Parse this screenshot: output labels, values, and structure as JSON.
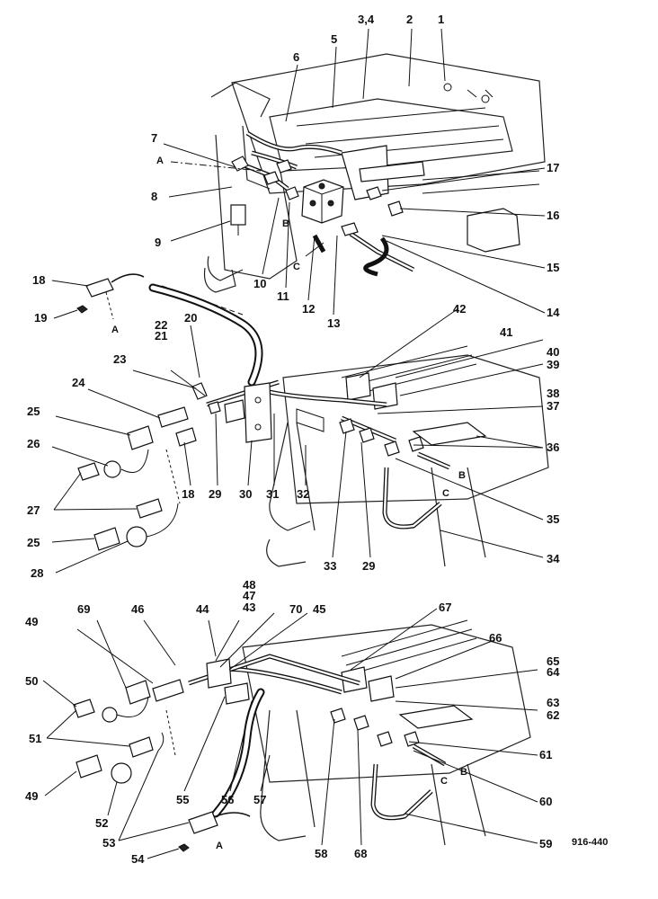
{
  "figure_code": "916-440",
  "panels": [
    {
      "id": "upper",
      "labels": [
        "1",
        "2",
        "3,4",
        "5",
        "6",
        "7",
        "8",
        "9",
        "10",
        "11",
        "12",
        "13",
        "14",
        "15",
        "16",
        "17",
        "18",
        "19"
      ],
      "refs": [
        "A",
        "A",
        "B",
        "C"
      ]
    },
    {
      "id": "middle",
      "labels": [
        "20",
        "21",
        "22",
        "23",
        "24",
        "25",
        "26",
        "27",
        "25",
        "28",
        "18",
        "29",
        "30",
        "31",
        "32",
        "33",
        "29",
        "34",
        "35",
        "36",
        "37",
        "38",
        "39",
        "40",
        "41",
        "42"
      ],
      "refs": [
        "B",
        "C"
      ]
    },
    {
      "id": "lower",
      "labels": [
        "43",
        "44",
        "45",
        "46",
        "47",
        "48",
        "49",
        "50",
        "51",
        "49",
        "52",
        "53",
        "54",
        "55",
        "56",
        "57",
        "58",
        "59",
        "60",
        "61",
        "62",
        "63",
        "64",
        "65",
        "66",
        "67",
        "68",
        "69",
        "70"
      ],
      "refs": [
        "A",
        "B",
        "C"
      ]
    }
  ]
}
